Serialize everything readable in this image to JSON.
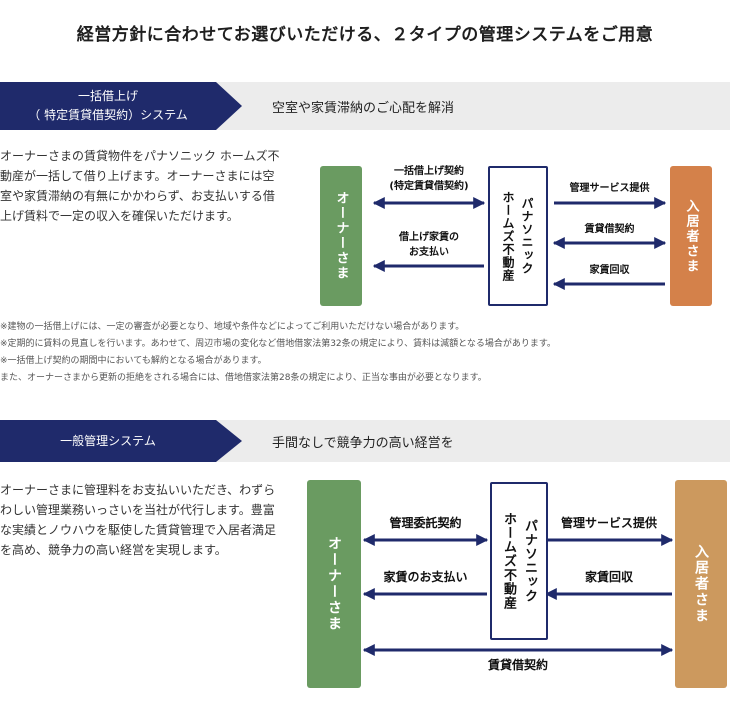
{
  "page": {
    "title": "経営方針に合わせてお選びいただける、２タイプの管理システムをご用意"
  },
  "colors": {
    "navy": "#1f2a6b",
    "band_bg": "#ececec",
    "owner_green": "#6a9b61",
    "tenant_orange": "#d4814a",
    "tenant_tan": "#cc995e"
  },
  "section1": {
    "tag_line1": "一括借上げ",
    "tag_line2": "（ 特定賃貸借契約）システム",
    "subtitle": "空室や家賃滞納のご心配を解消",
    "description": [
      "オーナーさまの賃貸物件をパナソニック ホームズ不",
      "動産が一括して借り上げます。オーナーさまには空",
      "室や家賃滞納の有無にかかわらず、お支払いする借",
      "上げ賃料で一定の収入を確保いただけます。"
    ],
    "diagram": {
      "owner": "オーナーさま",
      "company_col1": "パナソニック",
      "company_col2": "ホームズ不動産",
      "tenant": "入居者さま",
      "left_top_line1": "一括借上げ契約",
      "left_top_line2": "(特定賃貸借契約)",
      "left_bottom_line1": "借上げ家賃の",
      "left_bottom_line2": "お支払い",
      "right_1": "管理サービス提供",
      "right_2": "賃貸借契約",
      "right_3": "家賃回収"
    },
    "notes": [
      "※建物の一括借上げには、一定の審査が必要となり、地域や条件などによってご利用いただけない場合があります。",
      "※定期的に賃料の見直しを行います。あわせて、周辺市場の変化など借地借家法第32条の規定により、賃料は減額となる場合があります。",
      "※一括借上げ契約の期間中においても解約となる場合があります。",
      "また、オーナーさまから更新の拒絶をされる場合には、借地借家法第28条の規定により、正当な事由が必要となります。"
    ]
  },
  "section2": {
    "tag_line1": "一般管理システム",
    "subtitle": "手間なしで競争力の高い経営を",
    "description": [
      "オーナーさまに管理料をお支払いいただき、わずら",
      "わしい管理業務いっさいを当社が代行します。豊富",
      "な実績とノウハウを駆使した賃貸管理で入居者満足",
      "を高め、競争力の高い経営を実現します。"
    ],
    "diagram": {
      "owner": "オーナーさま",
      "company_col1": "パナソニック",
      "company_col2": "ホームズ不動産",
      "tenant": "入居者さま",
      "left_top": "管理委託契約",
      "left_bottom": "家賃のお支払い",
      "right_top": "管理サービス提供",
      "right_bottom": "家賃回収",
      "bottom": "賃貸借契約"
    }
  }
}
